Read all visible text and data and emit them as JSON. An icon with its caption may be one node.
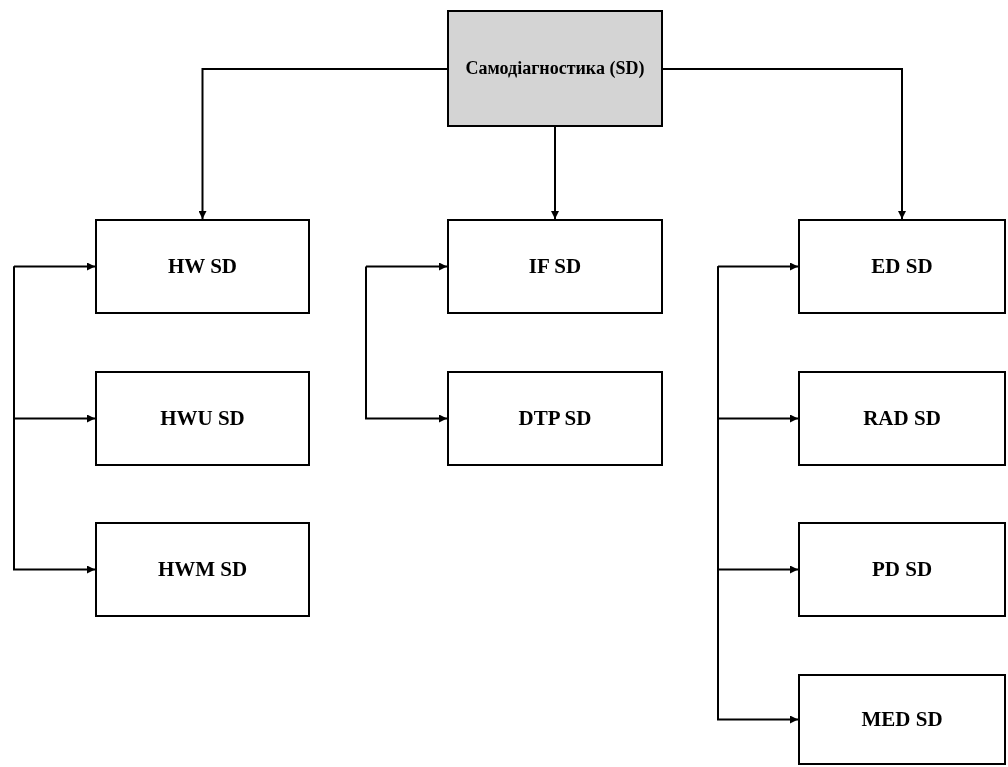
{
  "diagram": {
    "nodes": [
      {
        "text": [
          "Самодіагностика (SD)"
        ]
      },
      {
        "text": [
          "HW SD"
        ]
      },
      {
        "text": [
          "HWU SD"
        ]
      },
      {
        "text": [
          "HWM SD"
        ]
      },
      {
        "text": [
          "IF SD"
        ]
      },
      {
        "text": [
          "DTP SD"
        ]
      },
      {
        "text": [
          "ED SD"
        ]
      },
      {
        "text": [
          "RAD SD"
        ]
      },
      {
        "text": [
          "PD SD"
        ]
      },
      {
        "text": [
          "MED SD"
        ]
      }
    ],
    "edges": [
      {
        "from": 0,
        "to": 1,
        "arrow": "to"
      },
      {
        "from": 0,
        "to": 4,
        "arrow": "to"
      },
      {
        "from": 0,
        "to": 6,
        "arrow": "to"
      },
      {
        "from": null,
        "to": 1,
        "arrow": "to"
      },
      {
        "from": null,
        "to": 2,
        "arrow": "to"
      },
      {
        "from": null,
        "to": 3,
        "arrow": "to"
      },
      {
        "from": null,
        "to": 4,
        "arrow": "to"
      },
      {
        "from": null,
        "to": 5,
        "arrow": "to"
      },
      {
        "from": null,
        "to": 6,
        "arrow": "to"
      },
      {
        "from": null,
        "to": 7,
        "arrow": "to"
      },
      {
        "from": null,
        "to": 8,
        "arrow": "to"
      },
      {
        "from": null,
        "to": 9,
        "arrow": "to"
      }
    ]
  }
}
